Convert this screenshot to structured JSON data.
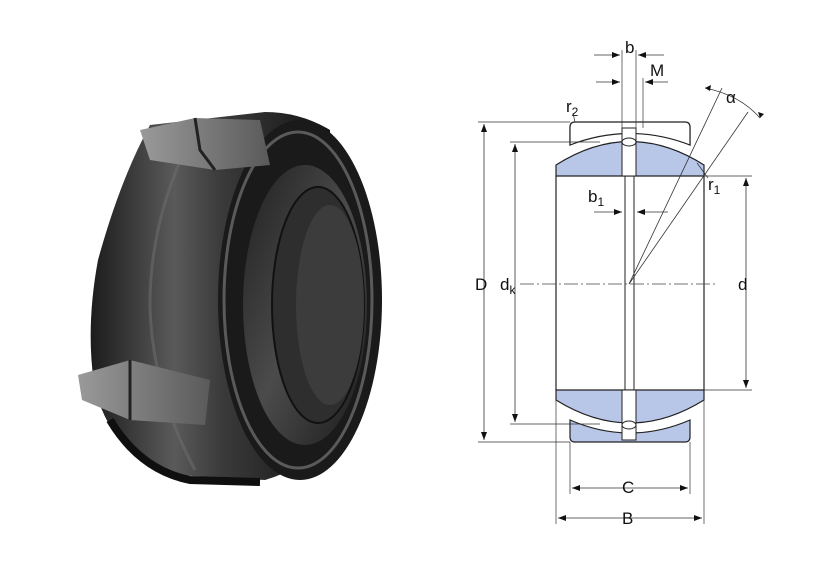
{
  "drawing": {
    "labels": {
      "b": "b",
      "M": "M",
      "alpha": "α",
      "r2_base": "r",
      "r2_sub": "2",
      "r1_base": "r",
      "r1_sub": "1",
      "b1_base": "b",
      "b1_sub": "1",
      "D": "D",
      "dk_base": "d",
      "dk_sub": "k",
      "d": "d",
      "C": "C",
      "B": "B"
    },
    "colors": {
      "ring_fill": "#b8c6e8",
      "line": "#222222",
      "product_dark": "#2a2a2a",
      "product_highlight": "#8a8a8a"
    }
  }
}
